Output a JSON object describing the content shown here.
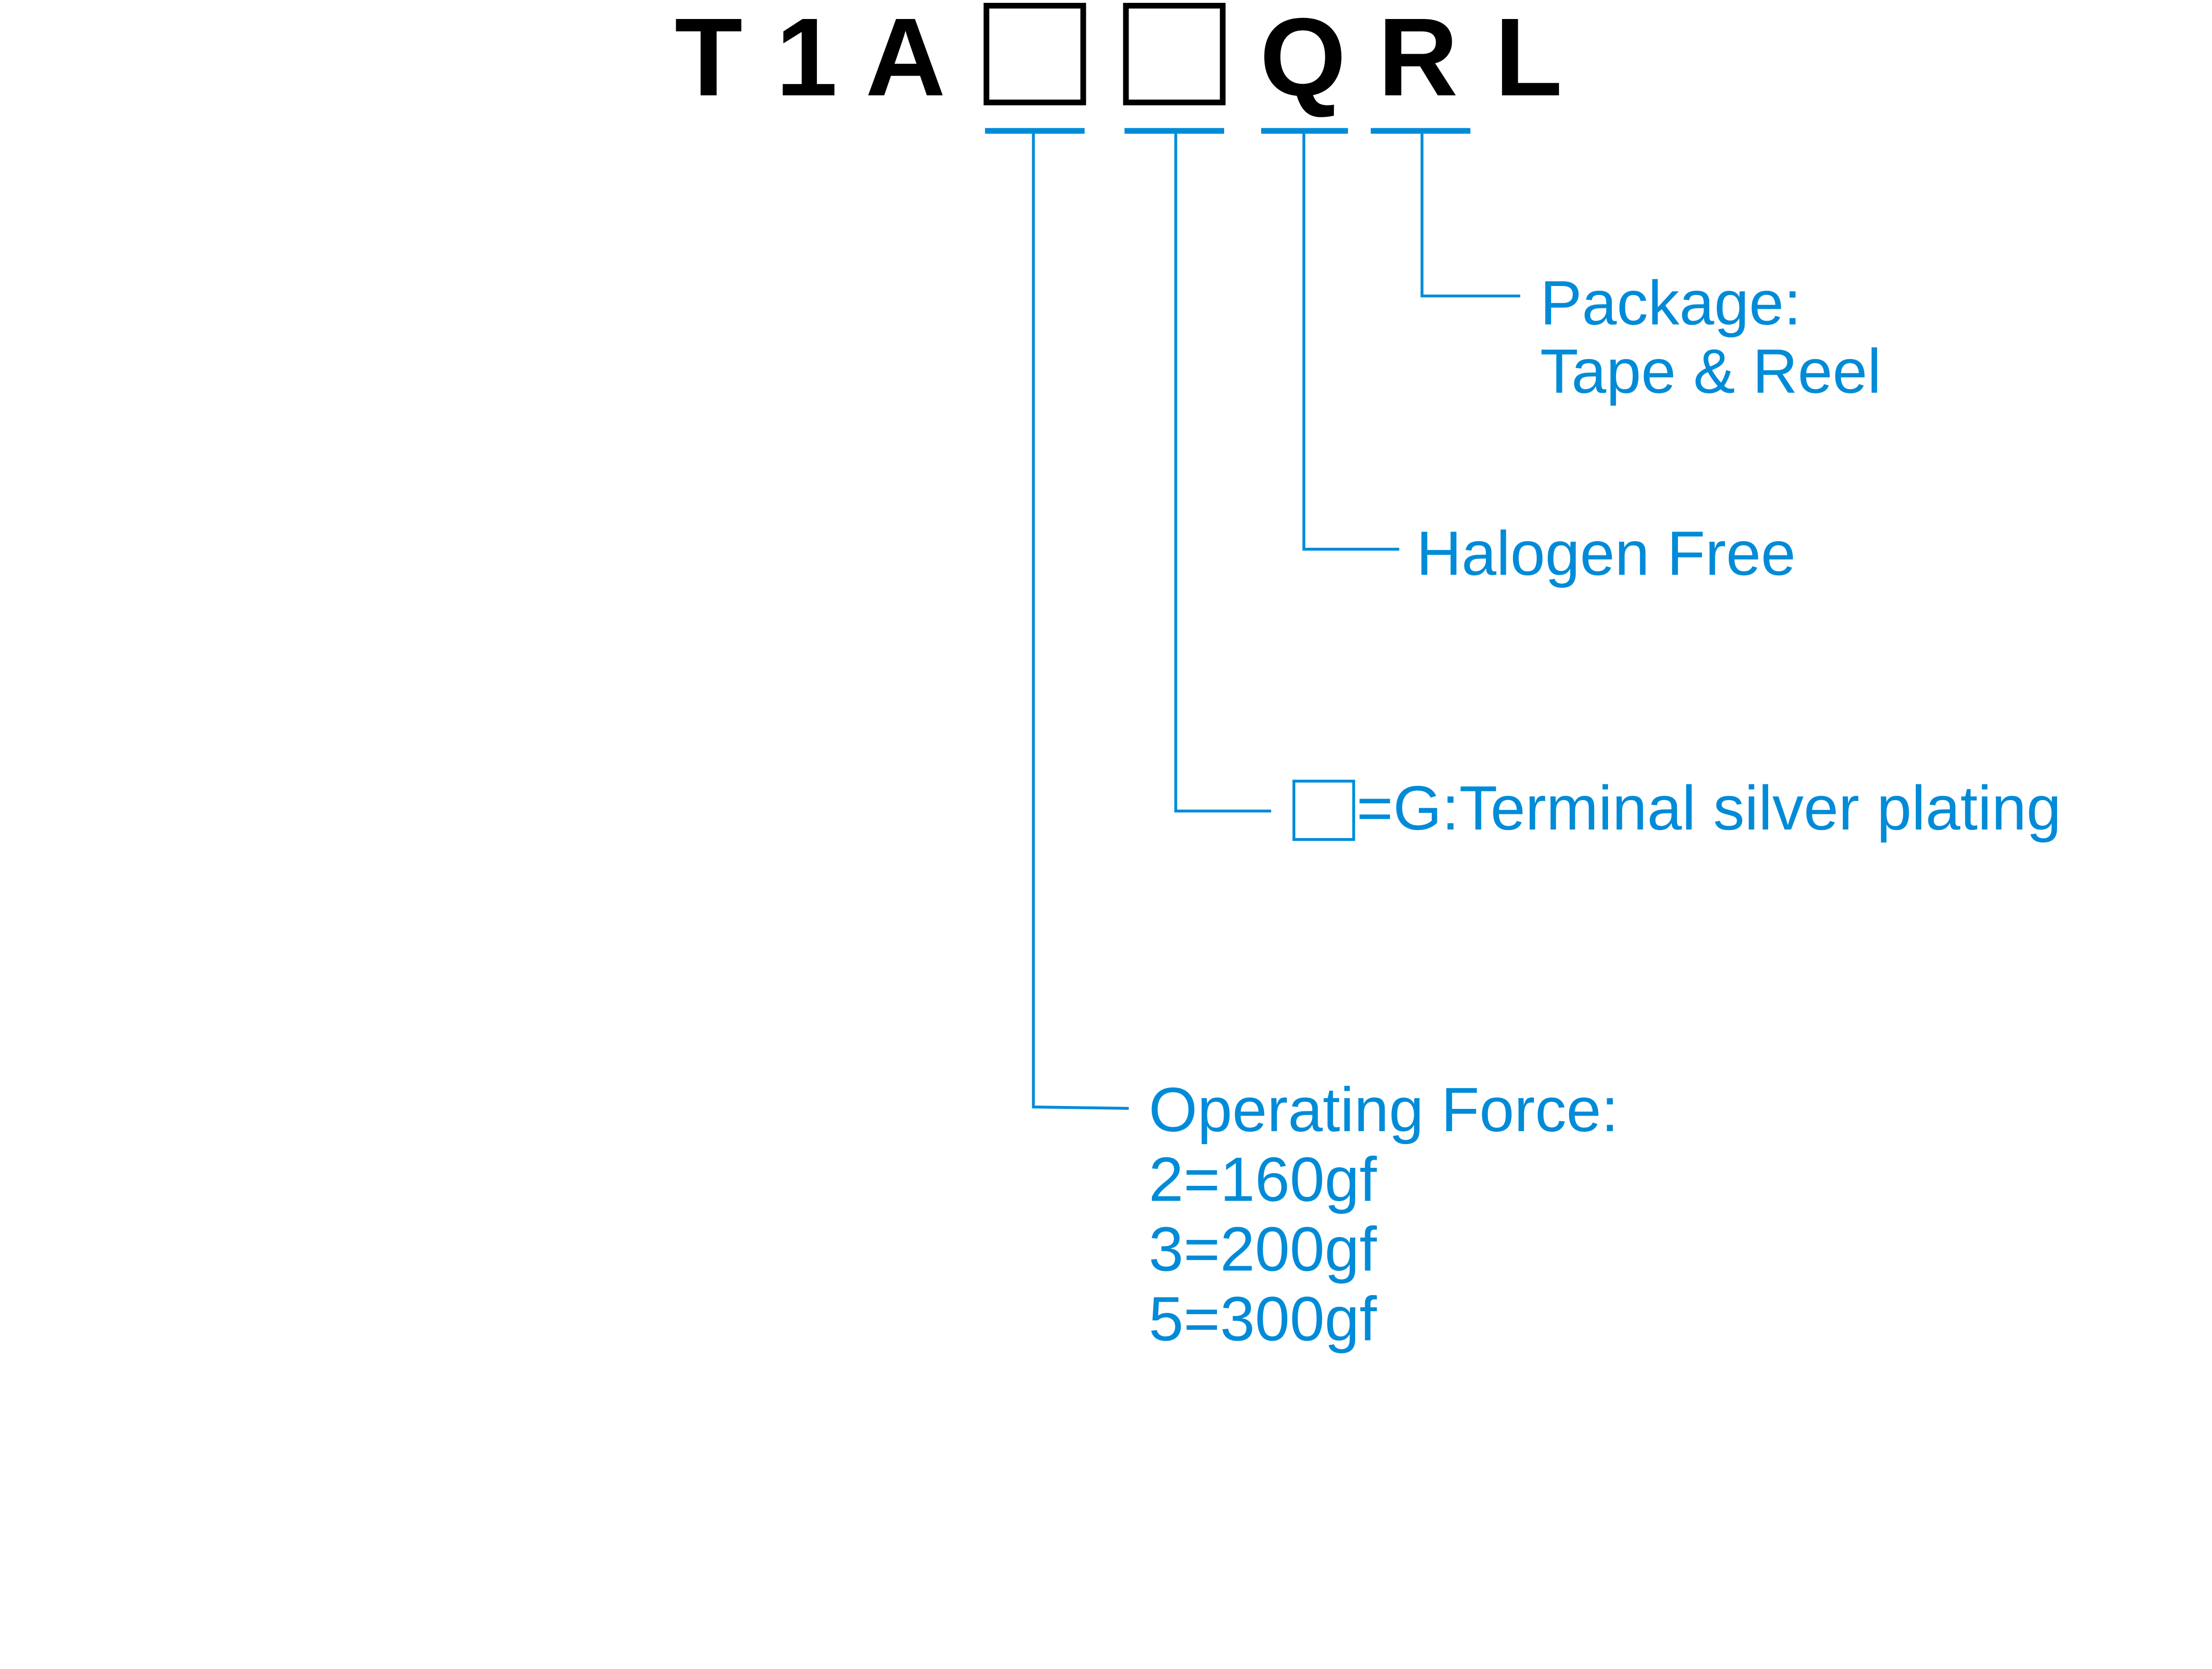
{
  "part_number": {
    "characters": [
      "T",
      "1",
      "A",
      "□",
      "□",
      "Q",
      "R",
      "L"
    ],
    "placeholder_count": 2
  },
  "colors": {
    "title": "#000000",
    "accent": "#008BD8",
    "background": "#ffffff"
  },
  "callouts": {
    "package": {
      "lines": [
        "Package:",
        "Tape & Reel"
      ]
    },
    "halogen": {
      "lines": [
        "Halogen Free"
      ]
    },
    "plating": {
      "symbol": "placeholder-box",
      "text": "=G:Terminal silver plating"
    },
    "operating_force": {
      "lines": [
        "Operating Force:",
        "2=160gf",
        "3=200gf",
        "5=300gf"
      ]
    }
  }
}
